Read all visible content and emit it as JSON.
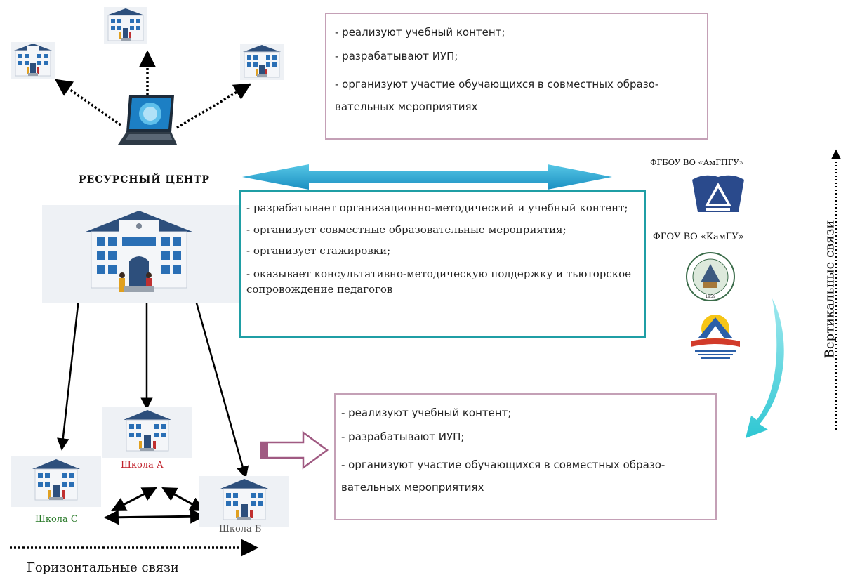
{
  "resource_center": {
    "title": "РЕСУРСНЫЙ ЦЕНТР",
    "items": [
      "- разрабатывает организационно-методический и учебный контент;",
      "- организует совместные образовательные мероприятия;",
      "- организует стажировки;",
      "- оказывает консультативно-методическую поддержку и тьюторское сопровождение педагогов"
    ]
  },
  "top_box": {
    "items": [
      "- реализуют учебный контент;",
      "- разрабатывают ИУП;",
      "- организуют участие обучающихся в совместных образо-вательных мероприятиях"
    ]
  },
  "bottom_box": {
    "items": [
      "- реализуют учебный контент;",
      "- разрабатывают ИУП;",
      "- организуют участие обучающихся в совместных образо-вательных мероприятиях"
    ]
  },
  "universities": {
    "amgpgu": "ФГБОУ ВО «АмГПГУ»",
    "kamgu": "ФГОУ ВО «КамГУ»"
  },
  "schools": {
    "a": "Школа А",
    "b": "Школа Б",
    "c": "Школа С"
  },
  "links": {
    "vertical": "Вертикальные связи",
    "horizontal": "Горизонтальные связи"
  },
  "colors": {
    "teal": "#1f9ea5",
    "pink_border": "#c4a0b6",
    "school_a": "#c0202a",
    "school_c": "#2a7a2a",
    "school_b": "#555555"
  }
}
